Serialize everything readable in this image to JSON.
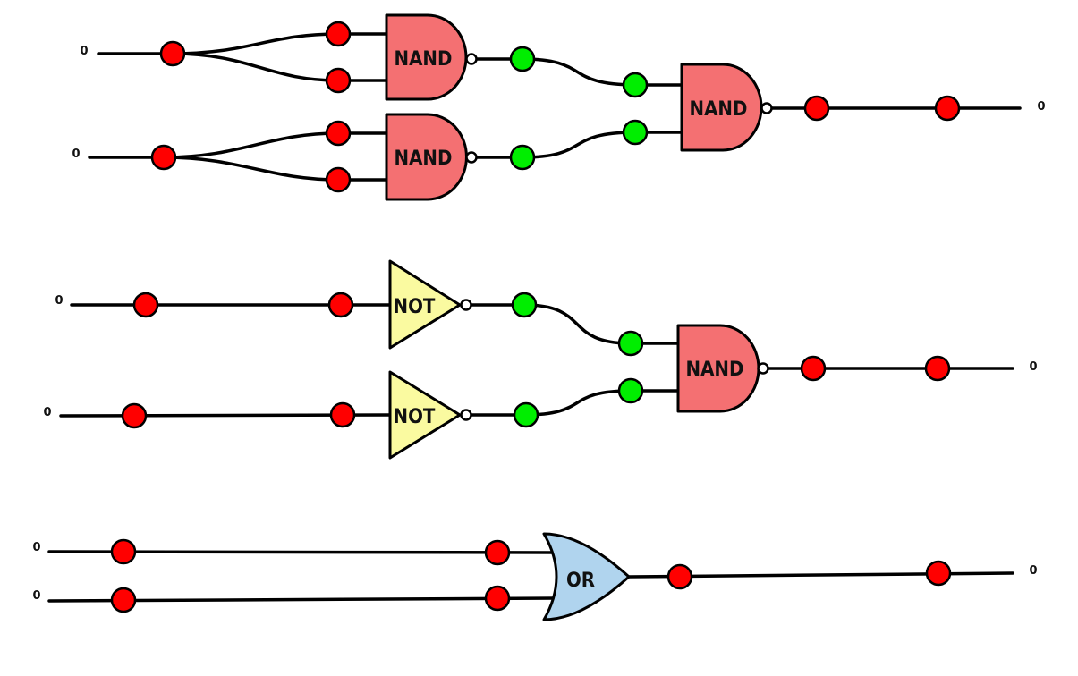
{
  "colors": {
    "signal_low": "#ff0000",
    "signal_high": "#00ee00",
    "nand_fill": "#f47072",
    "not_fill": "#fafaa0",
    "or_fill": "#b0d4ee",
    "wire": "#000000"
  },
  "circuit1": {
    "input_a": "0",
    "input_b": "0",
    "output": "0",
    "gate_nand_a": "NAND",
    "gate_nand_b": "NAND",
    "gate_nand_out": "NAND"
  },
  "circuit2": {
    "input_a": "0",
    "input_b": "0",
    "output": "0",
    "gate_not_a": "NOT",
    "gate_not_b": "NOT",
    "gate_nand_out": "NAND"
  },
  "circuit3": {
    "input_a": "0",
    "input_b": "0",
    "output": "0",
    "gate_or": "OR"
  }
}
